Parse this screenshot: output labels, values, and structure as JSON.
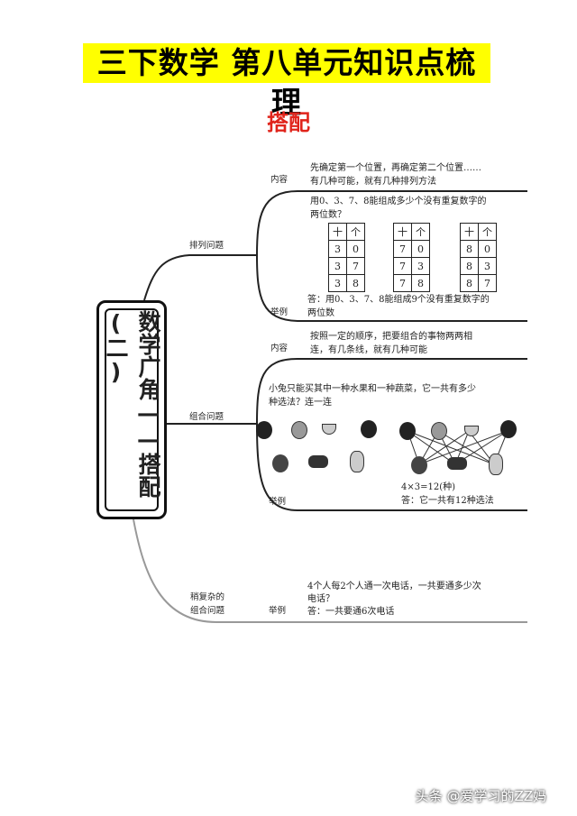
{
  "title": "三下数学  第八单元知识点梳理",
  "subtitle": "搭配",
  "center_topic": "数学广角——搭配(二)",
  "branches": [
    {
      "label": "排列问题",
      "content_label": "内容",
      "content": [
        "先确定第一个位置，再确定第二个位置……",
        "有几种可能，就有几种排列方法"
      ],
      "example_label": "举例",
      "question": [
        "用0、3、7、8能组成多少个没有重复数字的",
        "两位数？"
      ],
      "tables": [
        {
          "headers": [
            "十",
            "个"
          ],
          "rows": [
            [
              "3",
              "0"
            ],
            [
              "3",
              "7"
            ],
            [
              "3",
              "8"
            ]
          ]
        },
        {
          "headers": [
            "十",
            "个"
          ],
          "rows": [
            [
              "7",
              "0"
            ],
            [
              "7",
              "3"
            ],
            [
              "7",
              "8"
            ]
          ]
        },
        {
          "headers": [
            "十",
            "个"
          ],
          "rows": [
            [
              "8",
              "0"
            ],
            [
              "8",
              "3"
            ],
            [
              "8",
              "7"
            ]
          ]
        }
      ],
      "answer": [
        "答：用0、3、7、8能组成9个没有重复数字的",
        "两位数"
      ]
    },
    {
      "label": "组合问题",
      "content_label": "内容",
      "content": [
        "按照一定的顺序，把要组合的事物两两相",
        "连，有几条线，就有几种可能"
      ],
      "example_label": "举例",
      "question": [
        "小兔只能买其中一种水果和一种蔬菜，它一共有多少",
        "种选法？连一连"
      ],
      "formula": "4×3=12(种)",
      "answer": "答：它一共有12种选法"
    },
    {
      "label": [
        "稍复杂的",
        "组合问题"
      ],
      "example_label": "举例",
      "question": [
        "4个人每2个人通一次电话，一共要通多少次",
        "电话？"
      ],
      "answer": "答：一共要通6次电话"
    }
  ],
  "watermark": "头条 @爱学习的ZZ妈"
}
